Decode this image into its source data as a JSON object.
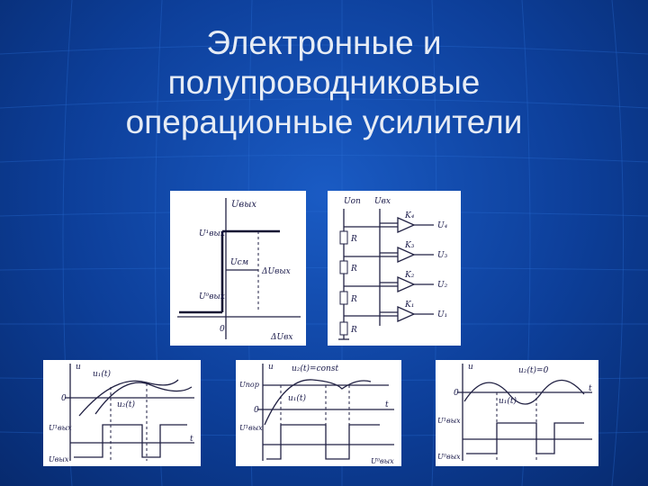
{
  "slide": {
    "title_lines": [
      "Электронные и",
      "полупроводниковые",
      "операционные усилители"
    ],
    "background_color": "#0d3f9a",
    "title_color": "#e6ecf5"
  },
  "panels": {
    "transfer": {
      "y_axis": "Uвых",
      "u1_label": "U¹вых",
      "u0_label": "U⁰вых",
      "ucm_label": "Uсм",
      "delta_label": "ΔUвых",
      "origin": "0",
      "x_axis": "ΔUвх"
    },
    "ladder": {
      "uop_label": "Uоп",
      "uvx_label": "Uвх",
      "resistor": "R",
      "comparators": [
        "K₄",
        "K₃",
        "K₂",
        "K₁"
      ],
      "outputs": [
        "U₄",
        "U₃",
        "U₂",
        "U₁"
      ]
    },
    "wave1": {
      "u_axis": "u",
      "u1_label": "u₁(t)",
      "u2_label": "u₂(t)",
      "zero": "0",
      "uout_label": "U¹вых",
      "uout0_label": "Uвых",
      "t_label": "t"
    },
    "wave2": {
      "u_axis": "u",
      "const_label": "u₂(t)=const",
      "upor_label": "Uпор",
      "u1_label": "u₁(t)",
      "zero": "0",
      "uout_label": "U¹вых",
      "uout0_label": "U⁰вых",
      "t_label": "t"
    },
    "wave3": {
      "u_axis": "u",
      "zero_label": "u₂(t)=0",
      "u1_label": "u₁(t)",
      "zero": "0",
      "uout_label": "U¹вых",
      "uout0_label": "U⁰вых",
      "t_label": "t"
    }
  }
}
